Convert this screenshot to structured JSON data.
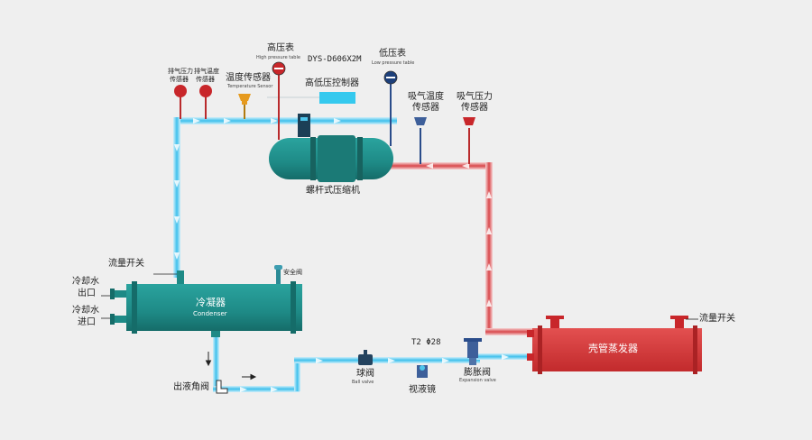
{
  "labels": {
    "high_pressure_cn": "高压表",
    "high_pressure_en": "High pressure table",
    "model": "DYS-D606X2M",
    "low_pressure_cn": "低压表",
    "low_pressure_en": "Low pressure table",
    "discharge_pressure": "排气压力\n传感器",
    "discharge_temp": "排气温度\n传感器",
    "temp_sensor_cn": "温度传感器",
    "temp_sensor_en": "Temperature Sensor",
    "hl_controller": "高低压控制器",
    "suction_temp": "吸气温度\n传感器",
    "suction_pressure": "吸气压力\n传感器",
    "compressor": "螺杆式压缩机",
    "flow_switch_left": "流量开关",
    "cooling_water_out": "冷却水\n出口",
    "cooling_water_in": "冷却水\n进口",
    "safety_valve": "安全阀",
    "condenser_cn": "冷凝器",
    "condenser_en": "Condenser",
    "outlet_angle_valve": "出液角阀",
    "ball_valve_cn": "球阀",
    "ball_valve_en": "Ball valve",
    "pipe_spec": "T2 Φ28",
    "sight_glass": "视液镜",
    "expansion_valve_cn": "膨胀阀",
    "expansion_valve_en": "Expansion valve",
    "evaporator": "壳管蒸发器",
    "flow_switch_right": "流量开关"
  },
  "colors": {
    "background": "#efefef",
    "teal": "#1e8a86",
    "red_evaporator": "#d63a3a",
    "pipe_hot": "#d8484c",
    "pipe_cold": "#4ec6ec",
    "controller_box": "#35c9ee"
  }
}
